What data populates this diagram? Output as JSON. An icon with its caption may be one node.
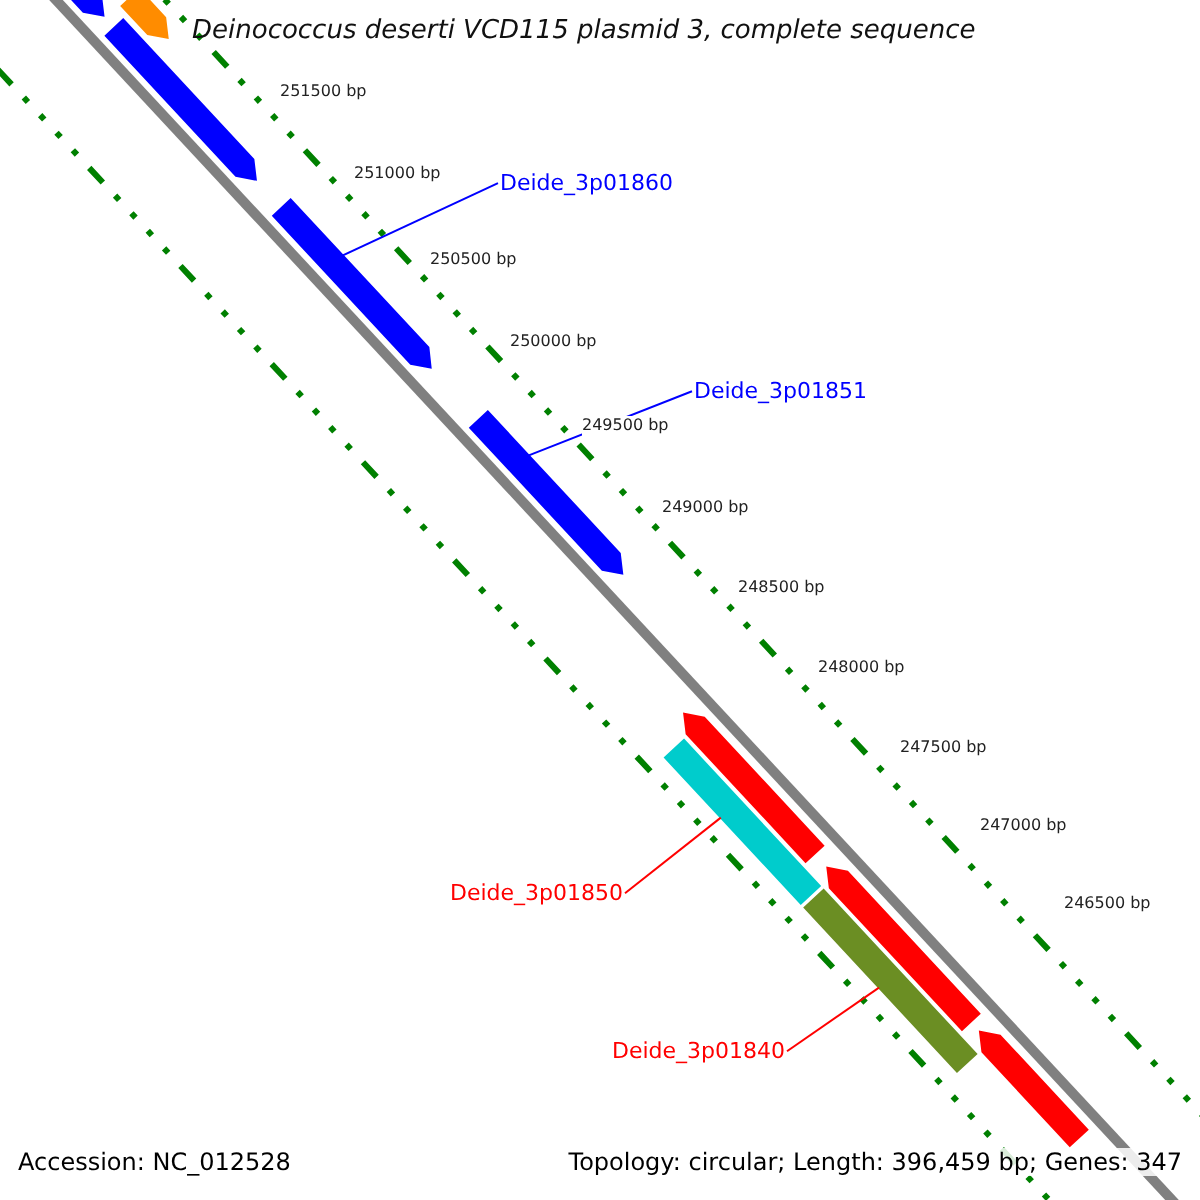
{
  "diagram": {
    "title": "Deinococcus deserti VCD115 plasmid 3, complete sequence",
    "nodes": [
      {
        "text": [],
        "shape": "arrow"
      },
      {
        "text": [],
        "shape": "arrow"
      },
      {
        "text": [],
        "shape": "arrow"
      },
      {
        "text": [
          "Deide_3p01860"
        ]
      },
      {
        "text": [],
        "shape": "arrow"
      },
      {
        "text": [
          "Deide_3p01851"
        ]
      },
      {
        "text": [],
        "shape": "arrow"
      },
      {
        "text": [],
        "shape": "arrow"
      },
      {
        "text": [],
        "shape": "bar"
      },
      {
        "text": [
          "Deide_3p01850"
        ]
      },
      {
        "text": [],
        "shape": "arrow"
      },
      {
        "text": [],
        "shape": "bar"
      },
      {
        "text": [
          "Deide_3p01840"
        ]
      },
      {
        "text": [],
        "shape": "arrow"
      }
    ],
    "edges": [
      {
        "from": 3,
        "to": 4,
        "arrow": "none",
        "color": "#0000ff"
      },
      {
        "from": 5,
        "to": 6,
        "arrow": "none",
        "color": "#0000ff"
      },
      {
        "from": 9,
        "to": 8,
        "arrow": "none",
        "color": "#ff0000"
      },
      {
        "from": 12,
        "to": 11,
        "arrow": "none",
        "color": "#ff0000"
      }
    ],
    "labels": [
      "251500 bp",
      "251000 bp",
      "250500 bp",
      "250000 bp",
      "249500 bp",
      "249000 bp",
      "248500 bp",
      "248000 bp",
      "247500 bp",
      "247000 bp",
      "246500 bp",
      "Accession: NC_012528",
      "Topology: circular; Length: 396,459 bp; Genes: 347"
    ]
  }
}
